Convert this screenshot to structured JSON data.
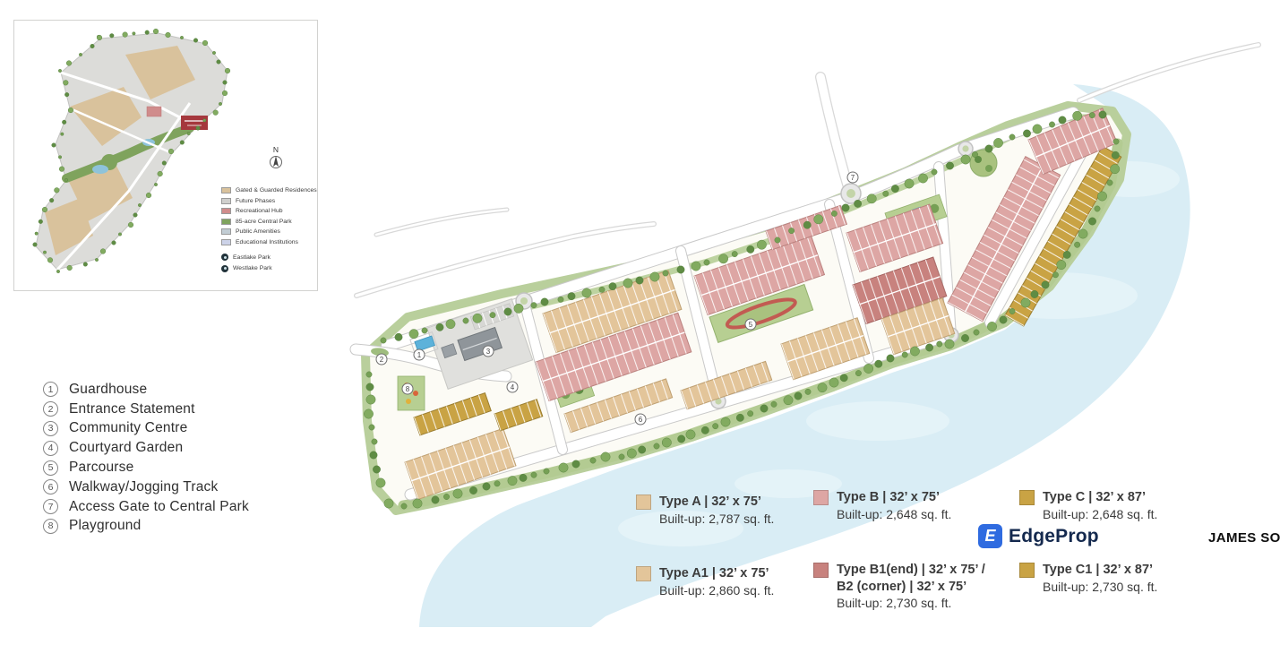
{
  "inset": {
    "compass_label": "N",
    "legend_items": [
      {
        "label": "Gated & Guarded Residences",
        "color": "#d9c29c"
      },
      {
        "label": "Future Phases",
        "color": "#cfcfcd"
      },
      {
        "label": "Recreational Hub",
        "color": "#d08c8c"
      },
      {
        "label": "85-acre Central Park",
        "color": "#7fa35d"
      },
      {
        "label": "Public Amenities",
        "color": "#c2cdd4"
      },
      {
        "label": "Educational Institutions",
        "color": "#ccd2e8"
      }
    ],
    "park_items": [
      {
        "label": "Eastlake Park"
      },
      {
        "label": "Westlake Park"
      }
    ]
  },
  "site_legend": {
    "items": [
      {
        "num": "1",
        "label": "Guardhouse"
      },
      {
        "num": "2",
        "label": "Entrance Statement"
      },
      {
        "num": "3",
        "label": "Community Centre"
      },
      {
        "num": "4",
        "label": "Courtyard Garden"
      },
      {
        "num": "5",
        "label": "Parcourse"
      },
      {
        "num": "6",
        "label": "Walkway/Jogging Track"
      },
      {
        "num": "7",
        "label": "Access Gate to Central Park"
      },
      {
        "num": "8",
        "label": "Playground"
      }
    ]
  },
  "unit_types": [
    {
      "line1": "Type A  |  32’ x 75’",
      "line2": "",
      "built_up": "Built-up: 2,787 sq. ft.",
      "color": "#e3c59a"
    },
    {
      "line1": "Type B  |  32’ x 75’",
      "line2": "",
      "built_up": "Built-up: 2,648 sq. ft.",
      "color": "#dda6a4"
    },
    {
      "line1": "Type C  |  32’ x 87’",
      "line2": "",
      "built_up": "Built-up: 2,648 sq. ft.",
      "color": "#c9a344"
    },
    {
      "line1": "Type A1  |  32’ x 75’",
      "line2": "",
      "built_up": "Built-up: 2,860 sq. ft.",
      "color": "#e3c59a"
    },
    {
      "line1": "Type B1(end)  |  32’ x 75’ /",
      "line2": "B2 (corner)  |  32’ x 75’",
      "built_up": "Built-up: 2,730 sq. ft.",
      "color": "#c8827e"
    },
    {
      "line1": "Type C1  |  32’ x 87’",
      "line2": "",
      "built_up": "Built-up: 2,730 sq. ft.",
      "color": "#c9a344"
    }
  ],
  "branding": {
    "logo_glyph": "E",
    "logo_text": "EdgeProp",
    "watermark": "JAMES SO"
  }
}
